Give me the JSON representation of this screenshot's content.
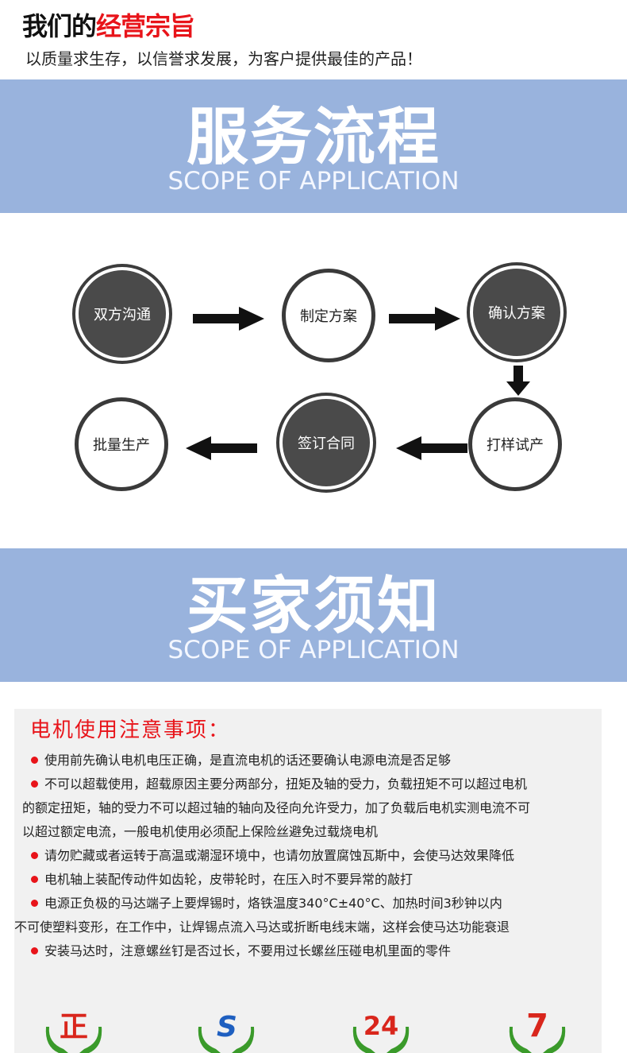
{
  "mission": {
    "title_black": "我们的",
    "title_red": "经营宗旨",
    "subtitle": "以质量求生存，以信誉求发展，为客户提供最佳的产品！"
  },
  "service_band": {
    "title": "服务流程",
    "subtitle": "SCOPE OF APPLICATION"
  },
  "flow": {
    "steps": [
      "双方沟通",
      "制定方案",
      "确认方案",
      "打样试产",
      "签订合同",
      "批量生产"
    ]
  },
  "buyer_band": {
    "title": "买家须知",
    "subtitle": "SCOPE OF APPLICATION"
  },
  "notice": {
    "title": "电机使用注意事项：",
    "lines": [
      {
        "bullet": true,
        "text": "使用前先确认电机电压正确，是直流电机的话还要确认电源电流是否足够"
      },
      {
        "bullet": true,
        "text": "不可以超载使用，超载原因主要分两部分，扭矩及轴的受力，负载扭矩不可以超过电机"
      },
      {
        "bullet": false,
        "text": "的额定扭矩，轴的受力不可以超过轴的轴向及径向允许受力，加了负载后电机实测电流不可"
      },
      {
        "bullet": false,
        "text": "以超过额定电流，一般电机使用必须配上保险丝避免过载烧电机"
      },
      {
        "bullet": true,
        "text": "请勿贮藏或者运转于高温或潮湿环境中，也请勿放置腐蚀瓦斯中，会使马达效果降低"
      },
      {
        "bullet": true,
        "text": "电机轴上装配传动件如齿轮，皮带轮时，在压入时不要异常的敲打"
      },
      {
        "bullet": true,
        "text": "电源正负极的马达端子上要焊锡时，烙铁温度340°C±40°C、加热时间3秒钟以内"
      },
      {
        "bullet": false,
        "text": "不可使塑料变形，在工作中，让焊锡点流入马达或折断电线末端，这样会使马达功能衰退"
      },
      {
        "bullet": true,
        "text": "安装马达时，注意螺丝钉是否过长，不要用过长螺丝压碰电机里面的零件"
      }
    ]
  },
  "badges": [
    {
      "icon": "genuine-badge-icon",
      "text": "正"
    },
    {
      "icon": "speed-badge-icon",
      "text": "S"
    },
    {
      "icon": "24h-badge-icon",
      "text": "24"
    },
    {
      "icon": "seven-day-badge-icon",
      "text": "7"
    }
  ],
  "colors": {
    "accent_red": "#e8141a",
    "band_blue": "#99b3dd",
    "circle_dark": "#4a4a4a",
    "badge_green": "#3a9a2a"
  }
}
